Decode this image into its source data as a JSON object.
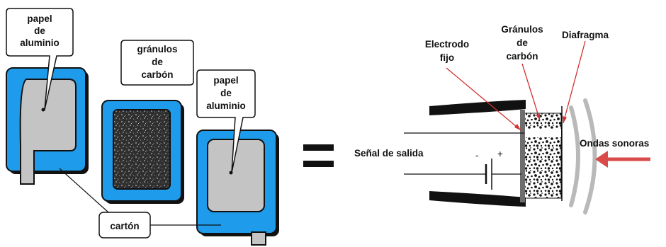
{
  "left_diagram": {
    "callout_foil_left": [
      "papel",
      "de",
      "aluminio"
    ],
    "callout_granules": [
      "gránulos",
      "de",
      "carbón"
    ],
    "callout_foil_right": [
      "papel",
      "de",
      "aluminio"
    ],
    "callout_cardboard": "cartón"
  },
  "equals_sign": "=",
  "right_diagram": {
    "label_electrode": [
      "Electrodo",
      "fijo"
    ],
    "label_granules": [
      "Gránulos",
      "de",
      "carbón"
    ],
    "label_diaphragm": "Diafragma",
    "label_output": "Señal de salida",
    "label_minus": "-",
    "label_plus": "+",
    "label_sound": "Ondas sonoras"
  },
  "colors": {
    "card_blue": "#1e9bea",
    "foil_gray": "#c4c4c4",
    "outline": "#111111",
    "arrow_red": "#d94a4a",
    "pointer_red": "#d32f2f",
    "wave_gray": "#b9b9b9"
  }
}
